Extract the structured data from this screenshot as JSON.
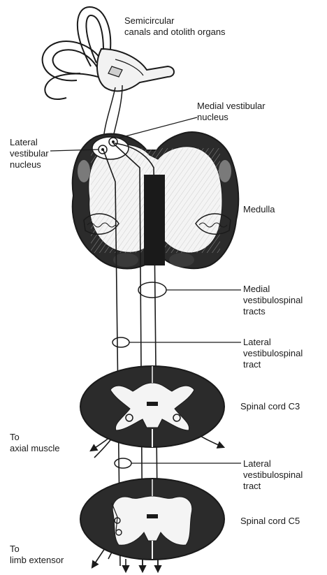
{
  "labels": {
    "semicircular": [
      "Semicircular",
      "canals and otolith organs"
    ],
    "medial_vestibular_nucleus": [
      "Medial vestibular",
      "nucleus"
    ],
    "lateral_vestibular_nucleus": [
      "Lateral",
      "vestibular",
      "nucleus"
    ],
    "medulla": "Medulla",
    "medial_vestibulospinal_tracts": [
      "Medial",
      "vestibulospinal",
      "tracts"
    ],
    "lateral_vestibulospinal_tract_1": [
      "Lateral",
      "vestibulospinal",
      "tract"
    ],
    "spinal_cord_c3": "Spinal cord C3",
    "to_axial_muscle": [
      "To",
      "axial muscle"
    ],
    "lateral_vestibulospinal_tract_2": [
      "Lateral",
      "vestibulospinal",
      "tract"
    ],
    "spinal_cord_c5": "Spinal cord C5",
    "to_limb_extensor": [
      "To",
      "limb extensor"
    ]
  },
  "colors": {
    "ink": "#1a1a1a",
    "tissue_dark": "#2b2b2b",
    "tissue_light": "#f4f4f4",
    "background": "#ffffff"
  }
}
